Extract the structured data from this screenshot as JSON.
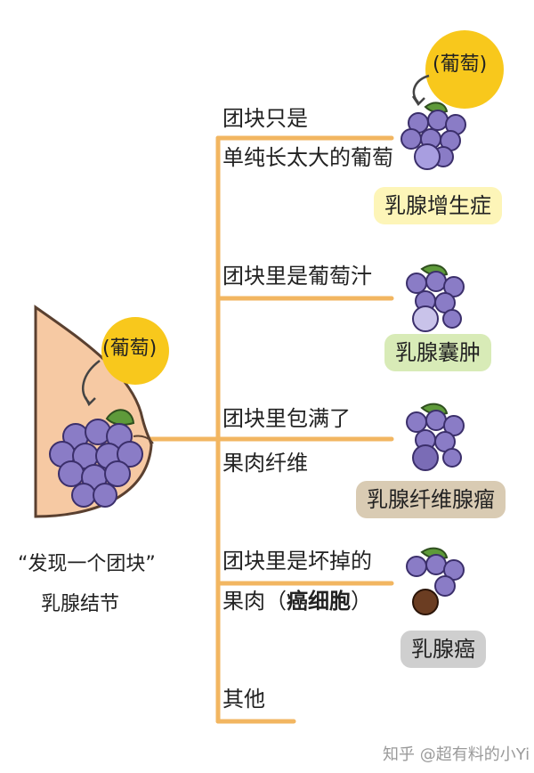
{
  "trunk_label": "(葡萄)",
  "branches": [
    {
      "line1": "团块只是",
      "line2": "单纯长太大的葡萄",
      "badge": "乳腺增生症",
      "badge_color": "#fdf5b8",
      "grape_label": "(葡萄)"
    },
    {
      "line1": "团块里是葡萄汁",
      "badge": "乳腺囊肿",
      "badge_color": "#d8ebb7"
    },
    {
      "line1": "团块里包满了",
      "line2": "果肉纤维",
      "badge": "乳腺纤维腺瘤",
      "badge_color": "#d9cbb3"
    },
    {
      "line1": "团块里是坏掉的",
      "line2": "果肉（",
      "line2_bold": "癌细胞",
      "line2_end": "）",
      "badge": "乳腺癌",
      "badge_color": "#cfcfcf"
    },
    {
      "line1": "其他"
    }
  ],
  "caption": {
    "line1": "“发现一个团块”",
    "line2": "乳腺结节"
  },
  "watermark": "知乎 @超有料的小Yi",
  "colors": {
    "tree_line": "#f2b661",
    "breast_fill": "#f6c9a3",
    "breast_stroke": "#5a4030",
    "grape": "#8a7cc6",
    "grape_dark": "#3b2f6b",
    "leaf": "#5e9a3a",
    "sun": "#f8c81c"
  }
}
